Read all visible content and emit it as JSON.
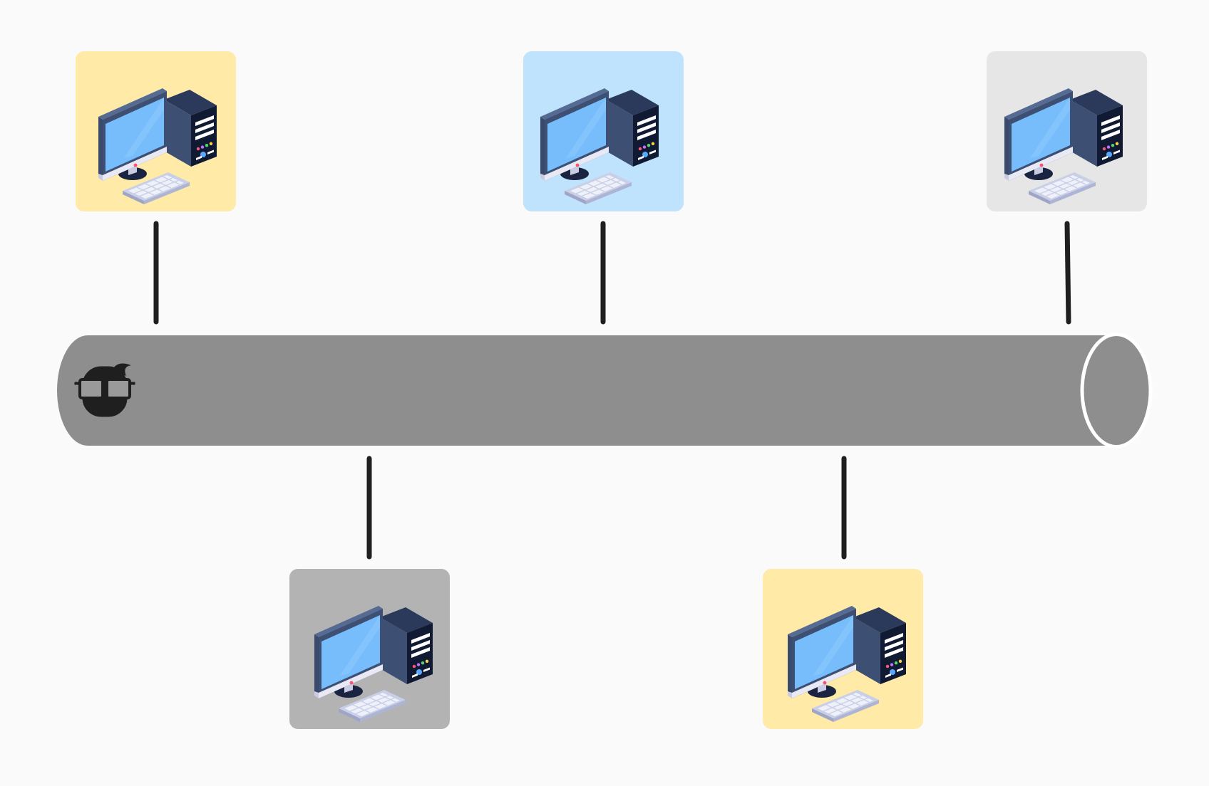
{
  "diagram": {
    "type": "bus-network-topology",
    "background_color": "#fafafa",
    "bus": {
      "icon": "incognito-user-icon",
      "body_color": "#8e8e8e",
      "rim_color": "#ffffff",
      "icon_color": "#1f1f1f"
    },
    "link_color": "#1f1f1f",
    "nodes": [
      {
        "id": "pc-top-1",
        "icon": "desktop-computer-icon",
        "side": "top",
        "tile_color": "#ffeaa7"
      },
      {
        "id": "pc-top-2",
        "icon": "desktop-computer-icon",
        "side": "top",
        "tile_color": "#bfe3fd"
      },
      {
        "id": "pc-top-3",
        "icon": "desktop-computer-icon",
        "side": "top",
        "tile_color": "#e6e6e6"
      },
      {
        "id": "pc-bottom-1",
        "icon": "desktop-computer-icon",
        "side": "bottom",
        "tile_color": "#b3b3b3"
      },
      {
        "id": "pc-bottom-2",
        "icon": "desktop-computer-icon",
        "side": "bottom",
        "tile_color": "#ffeaa7"
      }
    ]
  }
}
